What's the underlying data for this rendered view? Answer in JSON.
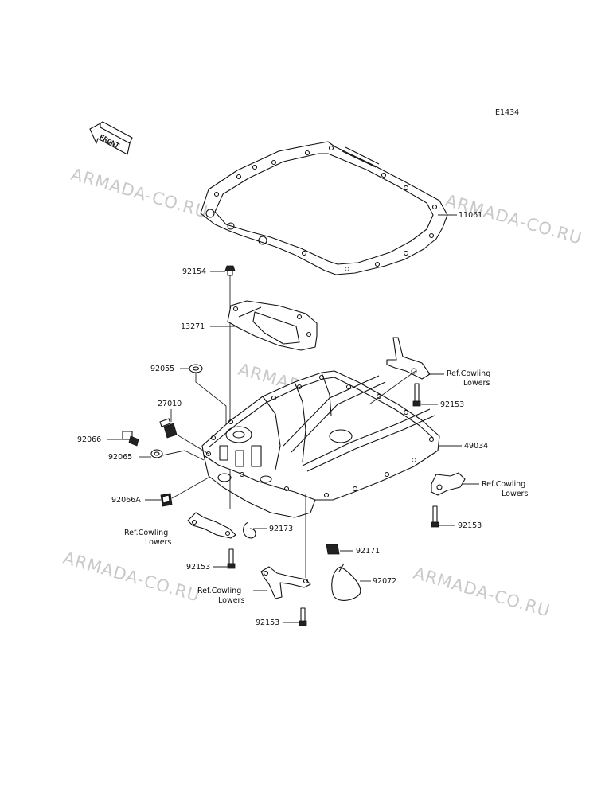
{
  "figure_code": "E1434",
  "front_label": "FRONT",
  "watermarks": [
    "ARMADA-CO.RU",
    "ARMADA-CO.RU",
    "ARMADA-CO.RU",
    "ARMADA-CO.RU",
    "ARMADA-CO.RU"
  ],
  "labels": {
    "p11061": "11061",
    "p92154": "92154",
    "p13271": "13271",
    "p92055": "92055",
    "p27010": "27010",
    "p92066": "92066",
    "p92065": "92065",
    "p92066a": "92066A",
    "p49034": "49034",
    "p92153_a": "92153",
    "p92153_b": "92153",
    "p92153_c": "92153",
    "p92153_d": "92153",
    "p92173": "92173",
    "p92171": "92171",
    "p92072": "92072"
  },
  "refs": {
    "r1_line1": "Ref.Cowling",
    "r1_line2": "Lowers",
    "r2_line1": "Ref.Cowling",
    "r2_line2": "Lowers",
    "r3_line1": "Ref.Cowling",
    "r3_line2": "Lowers",
    "r4_line1": "Ref.Cowling",
    "r4_line2": "Lowers"
  }
}
